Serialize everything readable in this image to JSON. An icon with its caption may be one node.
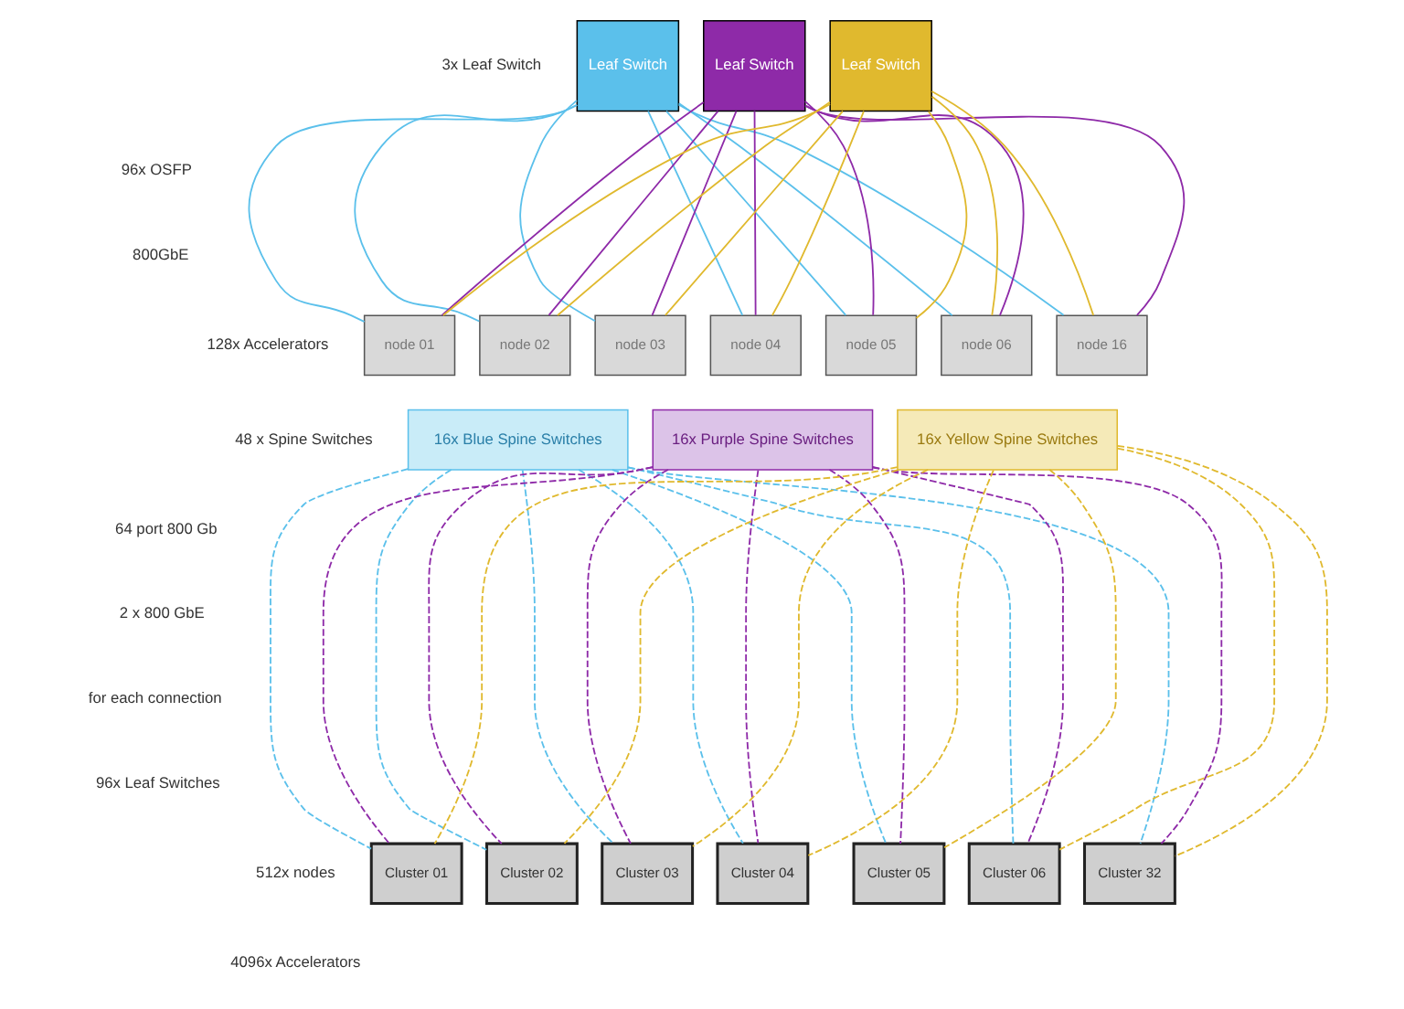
{
  "diagram": {
    "nodes": [
      {
        "text": [
          "Leaf Switch"
        ]
      },
      {
        "text": [
          "Leaf Switch"
        ]
      },
      {
        "text": [
          "Leaf Switch"
        ]
      },
      {
        "text": [
          "node 01"
        ]
      },
      {
        "text": [
          "node 02"
        ]
      },
      {
        "text": [
          "node 03"
        ]
      },
      {
        "text": [
          "node 04"
        ]
      },
      {
        "text": [
          "node 05"
        ]
      },
      {
        "text": [
          "node 06"
        ]
      },
      {
        "text": [
          "node 16"
        ]
      },
      {
        "text": [
          "16x Blue Spine Switches"
        ]
      },
      {
        "text": [
          "16x Purple Spine Switches"
        ]
      },
      {
        "text": [
          "16x Yellow Spine Switches"
        ]
      },
      {
        "text": [
          "Cluster 01"
        ]
      },
      {
        "text": [
          "Cluster 02"
        ]
      },
      {
        "text": [
          "Cluster 03"
        ]
      },
      {
        "text": [
          "Cluster 04"
        ]
      },
      {
        "text": [
          "Cluster 05"
        ]
      },
      {
        "text": [
          "Cluster 06"
        ]
      },
      {
        "text": [
          "Cluster 32"
        ]
      }
    ],
    "edges": [
      {
        "from": 0,
        "to": 3,
        "arrow": "none",
        "color": "#5bc0eb"
      },
      {
        "from": 0,
        "to": 4,
        "arrow": "none",
        "color": "#5bc0eb"
      },
      {
        "from": 0,
        "to": 5,
        "arrow": "none",
        "color": "#5bc0eb"
      },
      {
        "from": 0,
        "to": 6,
        "arrow": "none",
        "color": "#5bc0eb"
      },
      {
        "from": 0,
        "to": 7,
        "arrow": "none",
        "color": "#5bc0eb"
      },
      {
        "from": 0,
        "to": 8,
        "arrow": "none",
        "color": "#5bc0eb"
      },
      {
        "from": 0,
        "to": 9,
        "arrow": "none",
        "color": "#5bc0eb"
      },
      {
        "from": 1,
        "to": 3,
        "arrow": "none",
        "color": "#8e2aa8"
      },
      {
        "from": 1,
        "to": 4,
        "arrow": "none",
        "color": "#8e2aa8"
      },
      {
        "from": 1,
        "to": 5,
        "arrow": "none",
        "color": "#8e2aa8"
      },
      {
        "from": 1,
        "to": 6,
        "arrow": "none",
        "color": "#8e2aa8"
      },
      {
        "from": 1,
        "to": 7,
        "arrow": "none",
        "color": "#8e2aa8"
      },
      {
        "from": 1,
        "to": 8,
        "arrow": "none",
        "color": "#8e2aa8"
      },
      {
        "from": 1,
        "to": 9,
        "arrow": "none",
        "color": "#8e2aa8"
      },
      {
        "from": 2,
        "to": 3,
        "arrow": "none",
        "color": "#e0b92e"
      },
      {
        "from": 2,
        "to": 4,
        "arrow": "none",
        "color": "#e0b92e"
      },
      {
        "from": 2,
        "to": 5,
        "arrow": "none",
        "color": "#e0b92e"
      },
      {
        "from": 2,
        "to": 6,
        "arrow": "none",
        "color": "#e0b92e"
      },
      {
        "from": 2,
        "to": 7,
        "arrow": "none",
        "color": "#e0b92e"
      },
      {
        "from": 2,
        "to": 8,
        "arrow": "none",
        "color": "#e0b92e"
      },
      {
        "from": 2,
        "to": 9,
        "arrow": "none",
        "color": "#e0b92e"
      },
      {
        "from": 10,
        "to": 13,
        "arrow": "none",
        "style": "dashed",
        "color": "#5bc0eb"
      },
      {
        "from": 10,
        "to": 14,
        "arrow": "none",
        "style": "dashed",
        "color": "#5bc0eb"
      },
      {
        "from": 10,
        "to": 15,
        "arrow": "none",
        "style": "dashed",
        "color": "#5bc0eb"
      },
      {
        "from": 10,
        "to": 16,
        "arrow": "none",
        "style": "dashed",
        "color": "#5bc0eb"
      },
      {
        "from": 10,
        "to": 17,
        "arrow": "none",
        "style": "dashed",
        "color": "#5bc0eb"
      },
      {
        "from": 10,
        "to": 18,
        "arrow": "none",
        "style": "dashed",
        "color": "#5bc0eb"
      },
      {
        "from": 10,
        "to": 19,
        "arrow": "none",
        "style": "dashed",
        "color": "#5bc0eb"
      },
      {
        "from": 11,
        "to": 13,
        "arrow": "none",
        "style": "dashed",
        "color": "#8e2aa8"
      },
      {
        "from": 11,
        "to": 14,
        "arrow": "none",
        "style": "dashed",
        "color": "#8e2aa8"
      },
      {
        "from": 11,
        "to": 15,
        "arrow": "none",
        "style": "dashed",
        "color": "#8e2aa8"
      },
      {
        "from": 11,
        "to": 16,
        "arrow": "none",
        "style": "dashed",
        "color": "#8e2aa8"
      },
      {
        "from": 11,
        "to": 17,
        "arrow": "none",
        "style": "dashed",
        "color": "#8e2aa8"
      },
      {
        "from": 11,
        "to": 18,
        "arrow": "none",
        "style": "dashed",
        "color": "#8e2aa8"
      },
      {
        "from": 11,
        "to": 19,
        "arrow": "none",
        "style": "dashed",
        "color": "#8e2aa8"
      },
      {
        "from": 12,
        "to": 13,
        "arrow": "none",
        "style": "dashed",
        "color": "#e0b92e"
      },
      {
        "from": 12,
        "to": 14,
        "arrow": "none",
        "style": "dashed",
        "color": "#e0b92e"
      },
      {
        "from": 12,
        "to": 15,
        "arrow": "none",
        "style": "dashed",
        "color": "#e0b92e"
      },
      {
        "from": 12,
        "to": 16,
        "arrow": "none",
        "style": "dashed",
        "color": "#e0b92e"
      },
      {
        "from": 12,
        "to": 17,
        "arrow": "none",
        "style": "dashed",
        "color": "#e0b92e"
      },
      {
        "from": 12,
        "to": 18,
        "arrow": "none",
        "style": "dashed",
        "color": "#e0b92e"
      },
      {
        "from": 12,
        "to": 19,
        "arrow": "none",
        "style": "dashed",
        "color": "#e0b92e"
      }
    ],
    "labels": [
      "3x Leaf Switch",
      "96x OSFP",
      "800GbE",
      "128x Accelerators",
      "48 x Spine Switches",
      "64 port 800 Gb",
      "2 x 800 GbE",
      "for each connection",
      "96x Leaf Switches",
      "512x nodes",
      "4096x Accelerators"
    ]
  }
}
